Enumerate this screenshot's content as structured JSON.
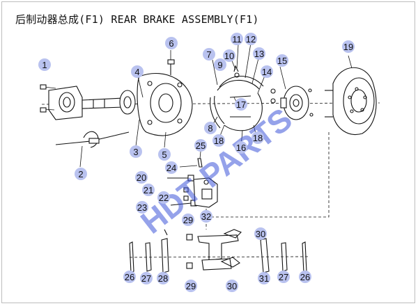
{
  "title": "后制动器总成(F1) REAR BRAKE ASSEMBLY(F1)",
  "watermark": "HDT PARTS",
  "colors": {
    "bubble": "#b9c2ef",
    "watermark": "#3e55d9"
  },
  "callouts": [
    {
      "id": "c1",
      "label": "1"
    },
    {
      "id": "c2",
      "label": "2"
    },
    {
      "id": "c3",
      "label": "3"
    },
    {
      "id": "c4",
      "label": "4"
    },
    {
      "id": "c5",
      "label": "5"
    },
    {
      "id": "c6",
      "label": "6"
    },
    {
      "id": "c7",
      "label": "7"
    },
    {
      "id": "c8",
      "label": "8"
    },
    {
      "id": "c9",
      "label": "9"
    },
    {
      "id": "c10",
      "label": "10"
    },
    {
      "id": "c11",
      "label": "11"
    },
    {
      "id": "c12",
      "label": "12"
    },
    {
      "id": "c13",
      "label": "13"
    },
    {
      "id": "c14",
      "label": "14"
    },
    {
      "id": "c15",
      "label": "15"
    },
    {
      "id": "c16",
      "label": "16"
    },
    {
      "id": "c17",
      "label": "17"
    },
    {
      "id": "c18a",
      "label": "18"
    },
    {
      "id": "c18b",
      "label": "18"
    },
    {
      "id": "c19",
      "label": "19"
    },
    {
      "id": "c20",
      "label": "20"
    },
    {
      "id": "c21",
      "label": "21"
    },
    {
      "id": "c22",
      "label": "22"
    },
    {
      "id": "c23",
      "label": "23"
    },
    {
      "id": "c24",
      "label": "24"
    },
    {
      "id": "c25",
      "label": "25"
    },
    {
      "id": "c26a",
      "label": "26"
    },
    {
      "id": "c26b",
      "label": "26"
    },
    {
      "id": "c27a",
      "label": "27"
    },
    {
      "id": "c27b",
      "label": "27"
    },
    {
      "id": "c28",
      "label": "28"
    },
    {
      "id": "c29a",
      "label": "29"
    },
    {
      "id": "c29b",
      "label": "29"
    },
    {
      "id": "c30a",
      "label": "30"
    },
    {
      "id": "c30b",
      "label": "30"
    },
    {
      "id": "c31",
      "label": "31"
    },
    {
      "id": "c32",
      "label": "32"
    }
  ]
}
